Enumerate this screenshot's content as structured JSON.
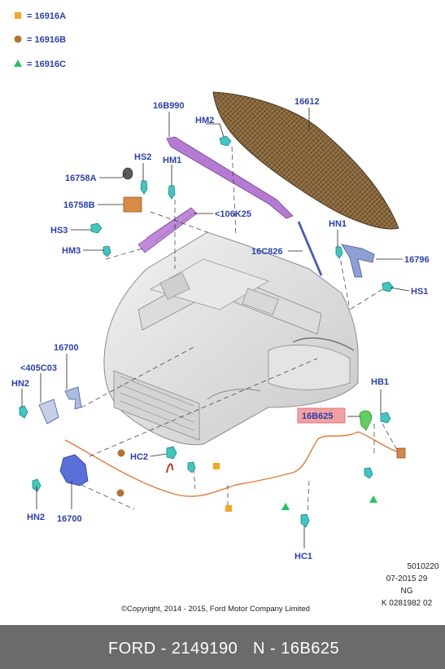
{
  "legend": [
    {
      "symbol": "square",
      "color": "#f5a623",
      "text": "= 16916A"
    },
    {
      "symbol": "circle",
      "color": "#b4712f",
      "text": "= 16916B"
    },
    {
      "symbol": "triangle",
      "color": "#22c55e",
      "text": "= 16916C"
    }
  ],
  "callouts": {
    "c16b990": "16B990",
    "c16612": "16612",
    "chm2": "HM2",
    "chs2": "HS2",
    "chm1": "HM1",
    "c16758a": "16758A",
    "c16758b": "16758B",
    "c106k25": "<106K25",
    "chs3": "HS3",
    "chm3": "HM3",
    "chn1": "HN1",
    "c16c826": "16C826",
    "c16796": "16796",
    "chs1": "HS1",
    "c16700a": "16700",
    "c405c03": "<405C03",
    "chn2a": "HN2",
    "chb1": "HB1",
    "c16b625": "16B625",
    "chc2": "HC2",
    "chn2b": "HN2",
    "c16700b": "16700",
    "chc1": "HC1"
  },
  "highlight_color": "#f2a0a0",
  "meta_lines": [
    "5010220",
    "07-2015 29",
    "NG",
    "K 0281982 02"
  ],
  "copyright": "©Copyright, 2014 - 2015, Ford Motor Company Limited",
  "footer": {
    "left": "FORD - 2149190",
    "right": "N - 16B625"
  },
  "colors": {
    "label": "#2b3fb0",
    "hood": "#8a6a3e",
    "strip": "#9b59b6",
    "clip": "#3ec7c0",
    "cable": "#e07b39"
  }
}
